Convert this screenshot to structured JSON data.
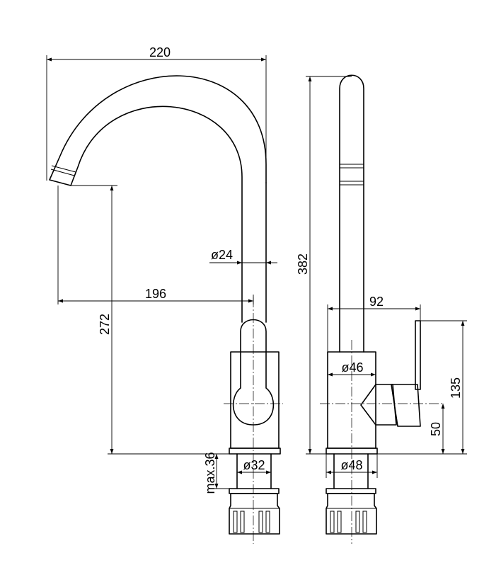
{
  "dimensions": {
    "width_total": "220",
    "reach": "196",
    "spout_height": "272",
    "spout_diameter": "ø24",
    "body_diameter_front": "ø32",
    "max_thickness": "max.36",
    "overall_height": "382",
    "body_depth": "92",
    "body_diameter_side": "ø46",
    "base_diameter": "ø48",
    "lever_height": "135",
    "lever_center": "50"
  }
}
